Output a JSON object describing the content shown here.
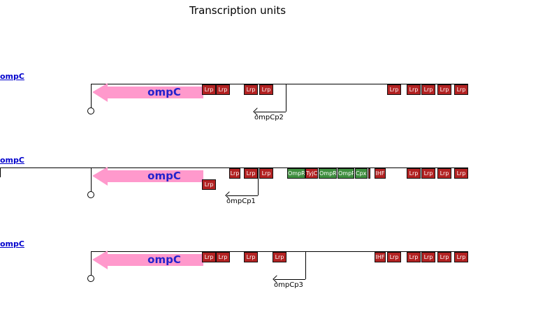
{
  "title": "Transcription units",
  "colors": {
    "repressor": "#b22222",
    "activator": "#3f8f3f",
    "gene": "#ff99cc",
    "gene_label": "#2222cc",
    "link": "#0000cc"
  },
  "units": [
    {
      "link": "ompC",
      "gene": "ompC",
      "promoter": "ompCp2",
      "sites_top": [
        {
          "label": "Lrp",
          "type": "repressor"
        },
        {
          "label": "Lrp",
          "type": "repressor"
        },
        {
          "label": "Lrp",
          "type": "repressor"
        },
        {
          "label": "Lrp",
          "type": "repressor"
        },
        {
          "label": "Lrp",
          "type": "repressor"
        },
        {
          "label": "Lrp",
          "type": "repressor"
        },
        {
          "label": "Lrp",
          "type": "repressor"
        },
        {
          "label": "Lrp",
          "type": "repressor"
        },
        {
          "label": "Lrp",
          "type": "repressor"
        }
      ],
      "sites_bottom": []
    },
    {
      "link": "ompC",
      "gene": "ompC",
      "promoter": "ompCp1",
      "sites_top": [
        {
          "label": "Lrp",
          "type": "repressor"
        },
        {
          "label": "Lrp",
          "type": "repressor"
        },
        {
          "label": "Lrp",
          "type": "repressor"
        },
        {
          "label": "OmpR",
          "type": "activator"
        },
        {
          "label": "TyjC",
          "type": "repressor"
        },
        {
          "label": "OmpR",
          "type": "activator"
        },
        {
          "label": "OmpR",
          "type": "activator"
        },
        {
          "label": "CpxR",
          "type": "activator"
        },
        {
          "label": "",
          "type": "repressor"
        },
        {
          "label": "IHF",
          "type": "repressor"
        },
        {
          "label": "Lrp",
          "type": "repressor"
        },
        {
          "label": "Lrp",
          "type": "repressor"
        },
        {
          "label": "Lrp",
          "type": "repressor"
        },
        {
          "label": "Lrp",
          "type": "repressor"
        }
      ],
      "sites_bottom": [
        {
          "label": "Lrp",
          "type": "repressor"
        }
      ]
    },
    {
      "link": "ompC",
      "gene": "ompC",
      "promoter": "ompCp3",
      "sites_top": [
        {
          "label": "Lrp",
          "type": "repressor"
        },
        {
          "label": "Lrp",
          "type": "repressor"
        },
        {
          "label": "Lrp",
          "type": "repressor"
        },
        {
          "label": "Lrp",
          "type": "repressor"
        },
        {
          "label": "IHF",
          "type": "repressor"
        },
        {
          "label": "Lrp",
          "type": "repressor"
        },
        {
          "label": "Lrp",
          "type": "repressor"
        },
        {
          "label": "Lrp",
          "type": "repressor"
        },
        {
          "label": "Lrp",
          "type": "repressor"
        },
        {
          "label": "Lrp",
          "type": "repressor"
        }
      ],
      "sites_bottom": []
    }
  ]
}
